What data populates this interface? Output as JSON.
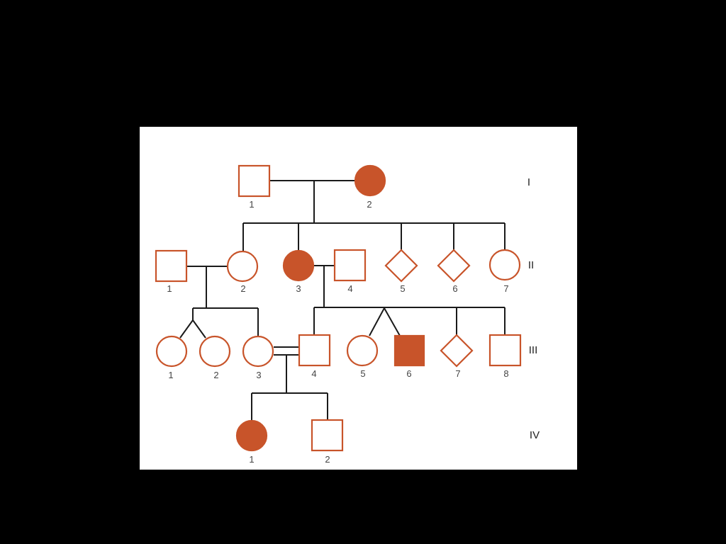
{
  "generation_labels": {
    "I": "I",
    "II": "II",
    "III": "III",
    "IV": "IV"
  },
  "individuals": {
    "I_1": {
      "label": "1",
      "sex": "male",
      "affected": false
    },
    "I_2": {
      "label": "2",
      "sex": "female",
      "affected": true
    },
    "II_1": {
      "label": "1",
      "sex": "male",
      "affected": false
    },
    "II_2": {
      "label": "2",
      "sex": "female",
      "affected": false
    },
    "II_3": {
      "label": "3",
      "sex": "female",
      "affected": true
    },
    "II_4": {
      "label": "4",
      "sex": "male",
      "affected": false
    },
    "II_5": {
      "label": "5",
      "sex": "unknown",
      "affected": false
    },
    "II_6": {
      "label": "6",
      "sex": "unknown",
      "affected": false
    },
    "II_7": {
      "label": "7",
      "sex": "female",
      "affected": false
    },
    "III_1": {
      "label": "1",
      "sex": "female",
      "affected": false
    },
    "III_2": {
      "label": "2",
      "sex": "female",
      "affected": false
    },
    "III_3": {
      "label": "3",
      "sex": "female",
      "affected": false
    },
    "III_4": {
      "label": "4",
      "sex": "male",
      "affected": false
    },
    "III_5": {
      "label": "5",
      "sex": "female",
      "affected": false
    },
    "III_6": {
      "label": "6",
      "sex": "male",
      "affected": true
    },
    "III_7": {
      "label": "7",
      "sex": "unknown",
      "affected": false
    },
    "III_8": {
      "label": "8",
      "sex": "male",
      "affected": false
    },
    "IV_1": {
      "label": "1",
      "sex": "female",
      "affected": true
    },
    "IV_2": {
      "label": "2",
      "sex": "male",
      "affected": false
    }
  },
  "colors": {
    "affected": "#c8542a",
    "outline": "#c8542a",
    "lines": "#1a1a1a",
    "background": "#000000",
    "panel": "#ffffff"
  }
}
